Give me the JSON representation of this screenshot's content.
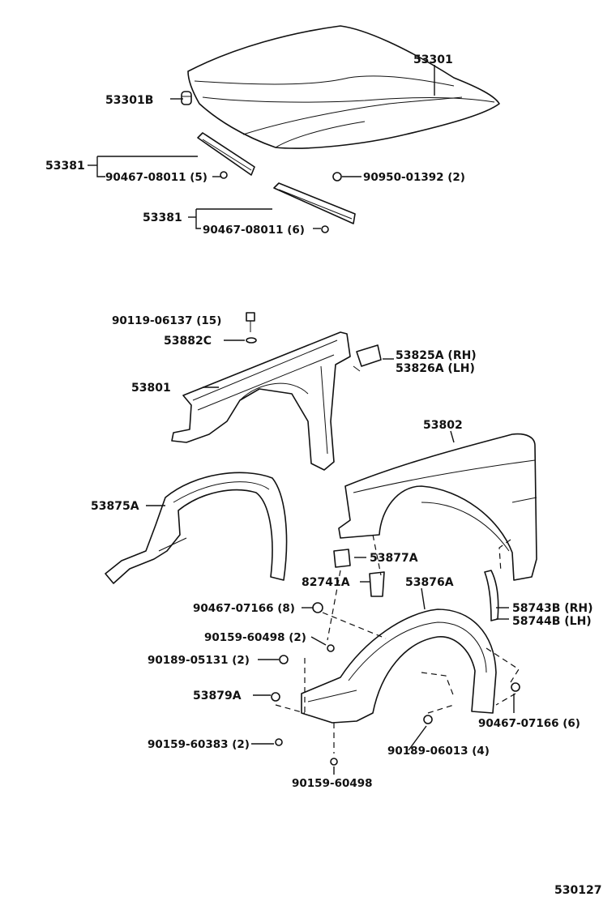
{
  "labels": {
    "hood": "53301",
    "hood_cushion": "53301B",
    "hood_seal_group": "53381",
    "hood_seal_clip_left": "90467-08011 (5)",
    "hood_nut": "90950-01392 (2)",
    "hood_seal_group_2": "53381",
    "hood_seal_clip_right": "90467-08011 (6)",
    "bolt_top": "90119-06137 (15)",
    "washer": "53882C",
    "bracket_rh": "53825A (RH)",
    "bracket_lh": "53826A (LH)",
    "apron": "53801",
    "fender": "53802",
    "liner_left": "53875A",
    "fender_bracket": "53877A",
    "clip_82741": "82741A",
    "liner_right": "53876A",
    "clip_90467_8": "90467-07166 (8)",
    "screw_90159_2": "90159-60498 (2)",
    "rivet_90189_2": "90189-05131 (2)",
    "mudguard_rh": "58743B (RH)",
    "mudguard_lh": "58744B (LH)",
    "retainer": "53879A",
    "clip_90467_6": "90467-07166 (6)",
    "screw_90159_60383": "90159-60383 (2)",
    "rivet_90189_4": "90189-06013 (4)",
    "screw_90159_bottom": "90159-60498",
    "diagram_code": "530127"
  }
}
